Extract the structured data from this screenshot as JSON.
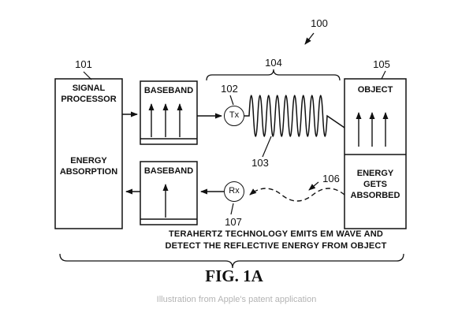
{
  "refs": {
    "r100": "100",
    "r101": "101",
    "r102": "102",
    "r103": "103",
    "r104": "104",
    "r105": "105",
    "r106": "106",
    "r107": "107"
  },
  "boxes": {
    "signal_processor": "SIGNAL PROCESSOR",
    "energy_absorption": "ENERGY ABSORPTION",
    "baseband_top": "BASEBAND",
    "baseband_bottom": "BASEBAND",
    "object": "OBJECT",
    "energy_gets_absorbed": "ENERGY GETS ABSORBED",
    "tx": "Tx",
    "rx": "Rx"
  },
  "annotation": {
    "line1": "TERAHERTZ TECHNOLOGY EMITS EM WAVE AND",
    "line2": "DETECT THE REFLECTIVE ENERGY FROM OBJECT"
  },
  "figure": {
    "label": "FIG. 1A"
  },
  "caption": "Illustration from Apple's patent application",
  "colors": {
    "line": "#111111",
    "caption_gray": "#b4b4b4"
  }
}
